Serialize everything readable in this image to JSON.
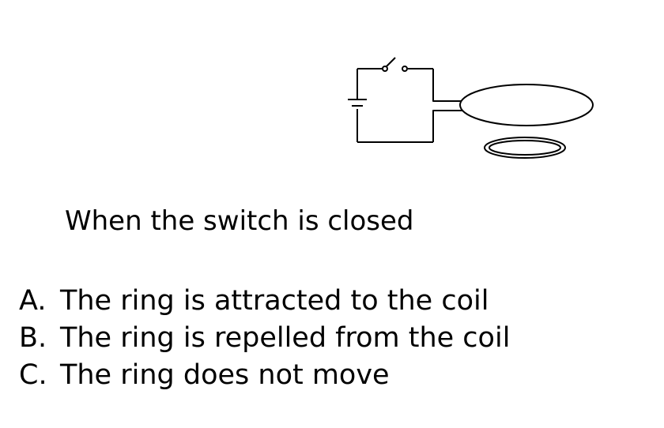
{
  "question": "When the switch is closed",
  "options": [
    {
      "letter": "A.",
      "text": "The ring is attracted to the coil"
    },
    {
      "letter": "B.",
      "text": "The ring is repelled from the coil"
    },
    {
      "letter": "C.",
      "text": "The ring does not move"
    }
  ]
}
